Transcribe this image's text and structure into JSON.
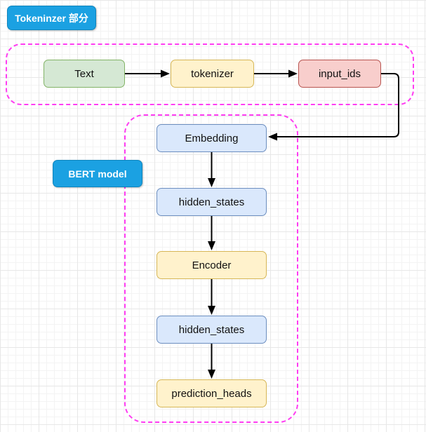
{
  "labels": {
    "tokenizer_section": "Tokeninzer 部分",
    "bert_model": "BERT model"
  },
  "nodes": {
    "text": {
      "label": "Text"
    },
    "tokenizer": {
      "label": "tokenizer"
    },
    "input_ids": {
      "label": "input_ids"
    },
    "embedding": {
      "label": "Embedding"
    },
    "hidden_states_1": {
      "label": "hidden_states"
    },
    "encoder": {
      "label": "Encoder"
    },
    "hidden_states_2": {
      "label": "hidden_states"
    },
    "prediction_heads": {
      "label": "prediction_heads"
    }
  },
  "palette": {
    "section_label_bg": "#1BA1E2",
    "section_label_text": "#FFFFFF",
    "green_fill": "#D5E8D4",
    "green_stroke": "#82B366",
    "yellow_fill": "#FFF2CC",
    "yellow_stroke": "#D6B656",
    "red_fill": "#F8CECC",
    "red_stroke": "#B85450",
    "blue_fill": "#DAE8FC",
    "blue_stroke": "#6C8EBF",
    "container_dash": "#FF3DF2",
    "arrow": "#000000"
  }
}
